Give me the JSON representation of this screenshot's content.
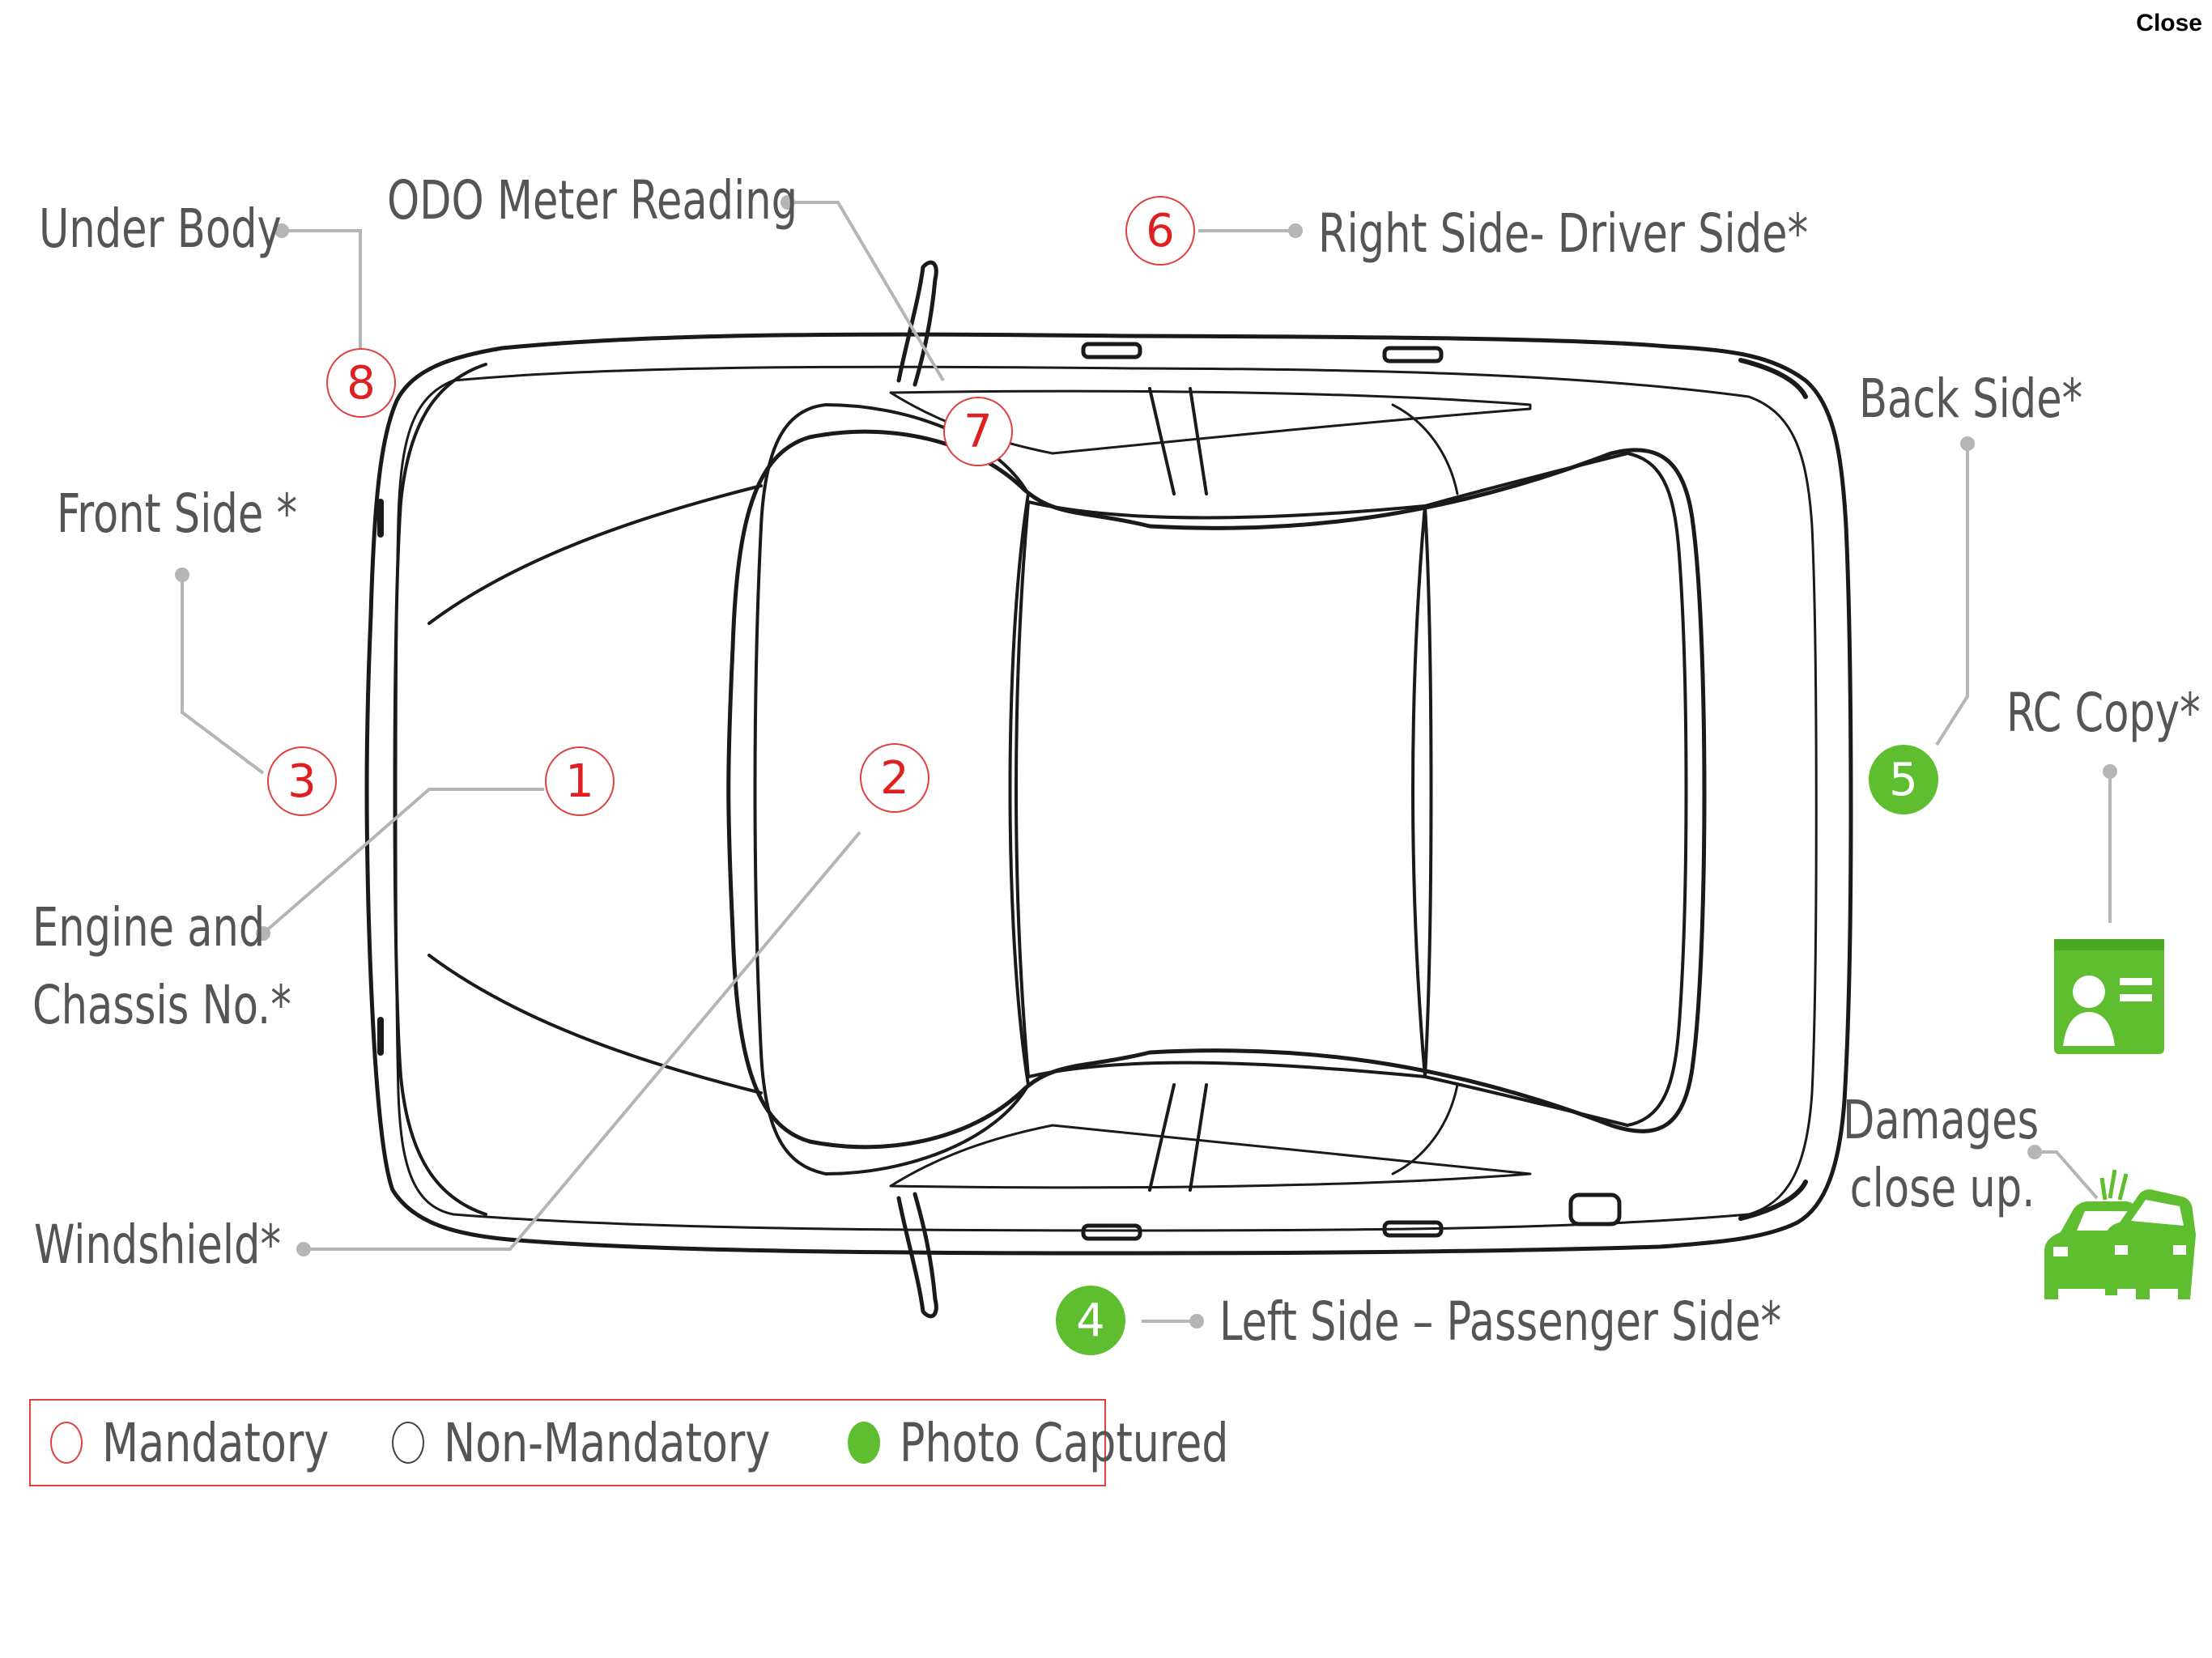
{
  "header": {
    "close_label": "Close"
  },
  "labels": {
    "under_body": "Under Body",
    "odo_meter": "ODO Meter Reading",
    "right_side": "Right Side- Driver Side*",
    "back_side": "Back Side*",
    "front_side": "Front Side *",
    "rc_copy": "RC Copy*",
    "engine_line1": "Engine and",
    "engine_line2": "Chassis No.*",
    "damages_line1": "Damages",
    "damages_line2": "close up.",
    "windshield": "Windshield*",
    "left_side": "Left Side – Passenger Side*"
  },
  "markers": {
    "m1": {
      "number": "1",
      "status": "mandatory"
    },
    "m2": {
      "number": "2",
      "status": "mandatory"
    },
    "m3": {
      "number": "3",
      "status": "mandatory"
    },
    "m4": {
      "number": "4",
      "status": "captured"
    },
    "m5": {
      "number": "5",
      "status": "captured"
    },
    "m6": {
      "number": "6",
      "status": "mandatory"
    },
    "m7": {
      "number": "7",
      "status": "mandatory"
    },
    "m8": {
      "number": "8",
      "status": "mandatory"
    }
  },
  "legend": {
    "mandatory": "Mandatory",
    "non_mandatory": "Non-Mandatory",
    "photo_captured": "Photo Captured"
  },
  "icons": {
    "rc_copy": "id-card-icon",
    "damages": "car-collision-icon"
  },
  "colors": {
    "mandatory": "#e04040",
    "captured": "#5fbe2f",
    "label": "#555555",
    "line": "#b5b5b5"
  }
}
